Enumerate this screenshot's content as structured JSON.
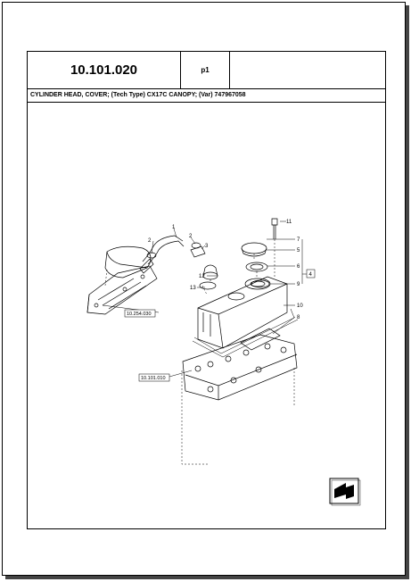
{
  "header": {
    "ref_number": "10.101.020",
    "page": "p1"
  },
  "title": "CYLINDER HEAD, COVER; (Tech Type) CX17C CANOPY; (Var) 747967058",
  "diagram": {
    "callouts": [
      "1",
      "2",
      "2",
      "3",
      "4",
      "5",
      "6",
      "7",
      "8",
      "9",
      "10",
      "11",
      "12",
      "13"
    ],
    "references": [
      "10.254.030",
      "10.101.010"
    ]
  },
  "icons": {
    "corner": "next-page-arrow-icon"
  }
}
